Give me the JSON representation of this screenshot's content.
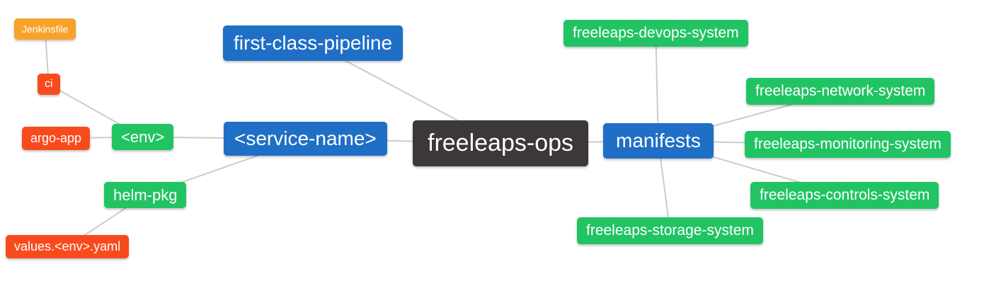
{
  "diagram": {
    "type": "mindmap",
    "root_label": "freeleaps-ops"
  },
  "colors": {
    "root_bg": "#3b3837",
    "primary_bg": "#1f6fc6",
    "secondary_bg": "#22c363",
    "alert_bg": "#f84b1d",
    "warning_bg": "#f7a32b",
    "text": "#ffffff",
    "edge": "#cccccc",
    "canvas_bg": "#ffffff"
  },
  "nodes": [
    {
      "id": "jenkinsfile",
      "label": "Jenkinsfile",
      "color": "warning_bg"
    },
    {
      "id": "ci",
      "label": "ci",
      "color": "alert_bg"
    },
    {
      "id": "argo-app",
      "label": "argo-app",
      "color": "alert_bg"
    },
    {
      "id": "env",
      "label": "<env>",
      "color": "secondary_bg"
    },
    {
      "id": "helm-pkg",
      "label": "helm-pkg",
      "color": "secondary_bg"
    },
    {
      "id": "values-env-yaml",
      "label": "values.<env>.yaml",
      "color": "alert_bg"
    },
    {
      "id": "first-class-pipeline",
      "label": "first-class-pipeline",
      "color": "primary_bg"
    },
    {
      "id": "service-name",
      "label": "<service-name>",
      "color": "primary_bg"
    },
    {
      "id": "freeleaps-ops",
      "label": "freeleaps-ops",
      "color": "root_bg"
    },
    {
      "id": "manifests",
      "label": "manifests",
      "color": "primary_bg"
    },
    {
      "id": "freeleaps-devops-system",
      "label": "freeleaps-devops-system",
      "color": "secondary_bg"
    },
    {
      "id": "freeleaps-network-system",
      "label": "freeleaps-network-system",
      "color": "secondary_bg"
    },
    {
      "id": "freeleaps-monitoring-system",
      "label": "freeleaps-monitoring-system",
      "color": "secondary_bg"
    },
    {
      "id": "freeleaps-controls-system",
      "label": "freeleaps-controls-system",
      "color": "secondary_bg"
    },
    {
      "id": "freeleaps-storage-system",
      "label": "freeleaps-storage-system",
      "color": "secondary_bg"
    }
  ],
  "edges": [
    [
      "jenkinsfile",
      "ci"
    ],
    [
      "ci",
      "env"
    ],
    [
      "argo-app",
      "env"
    ],
    [
      "env",
      "service-name"
    ],
    [
      "helm-pkg",
      "service-name"
    ],
    [
      "values-env-yaml",
      "helm-pkg"
    ],
    [
      "first-class-pipeline",
      "freeleaps-ops"
    ],
    [
      "service-name",
      "freeleaps-ops"
    ],
    [
      "freeleaps-ops",
      "manifests"
    ],
    [
      "manifests",
      "freeleaps-devops-system"
    ],
    [
      "manifests",
      "freeleaps-network-system"
    ],
    [
      "manifests",
      "freeleaps-monitoring-system"
    ],
    [
      "manifests",
      "freeleaps-controls-system"
    ],
    [
      "manifests",
      "freeleaps-storage-system"
    ]
  ]
}
